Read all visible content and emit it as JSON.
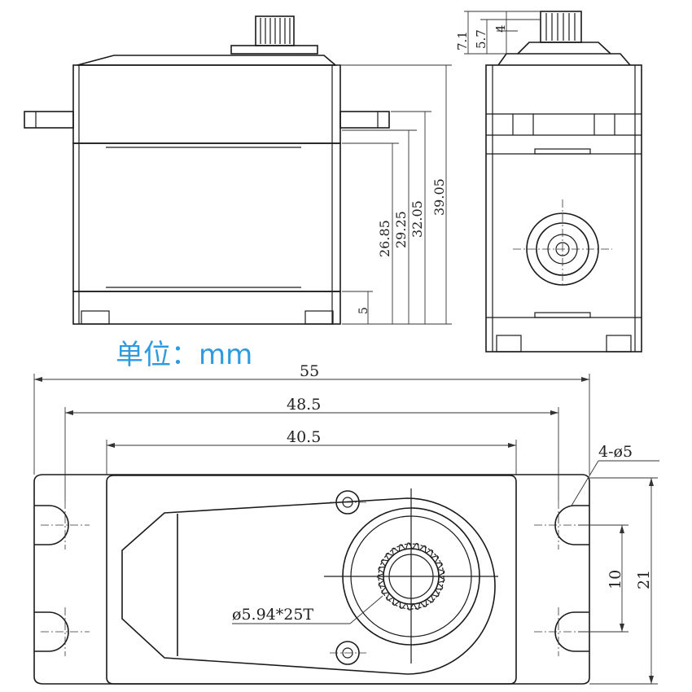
{
  "unit_label": "单位：mm",
  "accent_color": "#2e9be0",
  "line_color": "#1a1a1a",
  "front_view": {
    "dims": {
      "d1": "5",
      "d2": "26.85",
      "d3": "29.25",
      "d4": "32.05",
      "d5": "39.05"
    }
  },
  "side_view": {
    "dims": {
      "d1": "7.1",
      "d2": "5.7",
      "d3": "4"
    }
  },
  "top_view": {
    "dims": {
      "width_overall": "55",
      "hole_spacing": "48.5",
      "body_width": "40.5",
      "hole_vertical": "10",
      "flange_height": "21"
    },
    "hole_callout": "4-ø5",
    "spline_callout": "ø5.94*25T"
  }
}
